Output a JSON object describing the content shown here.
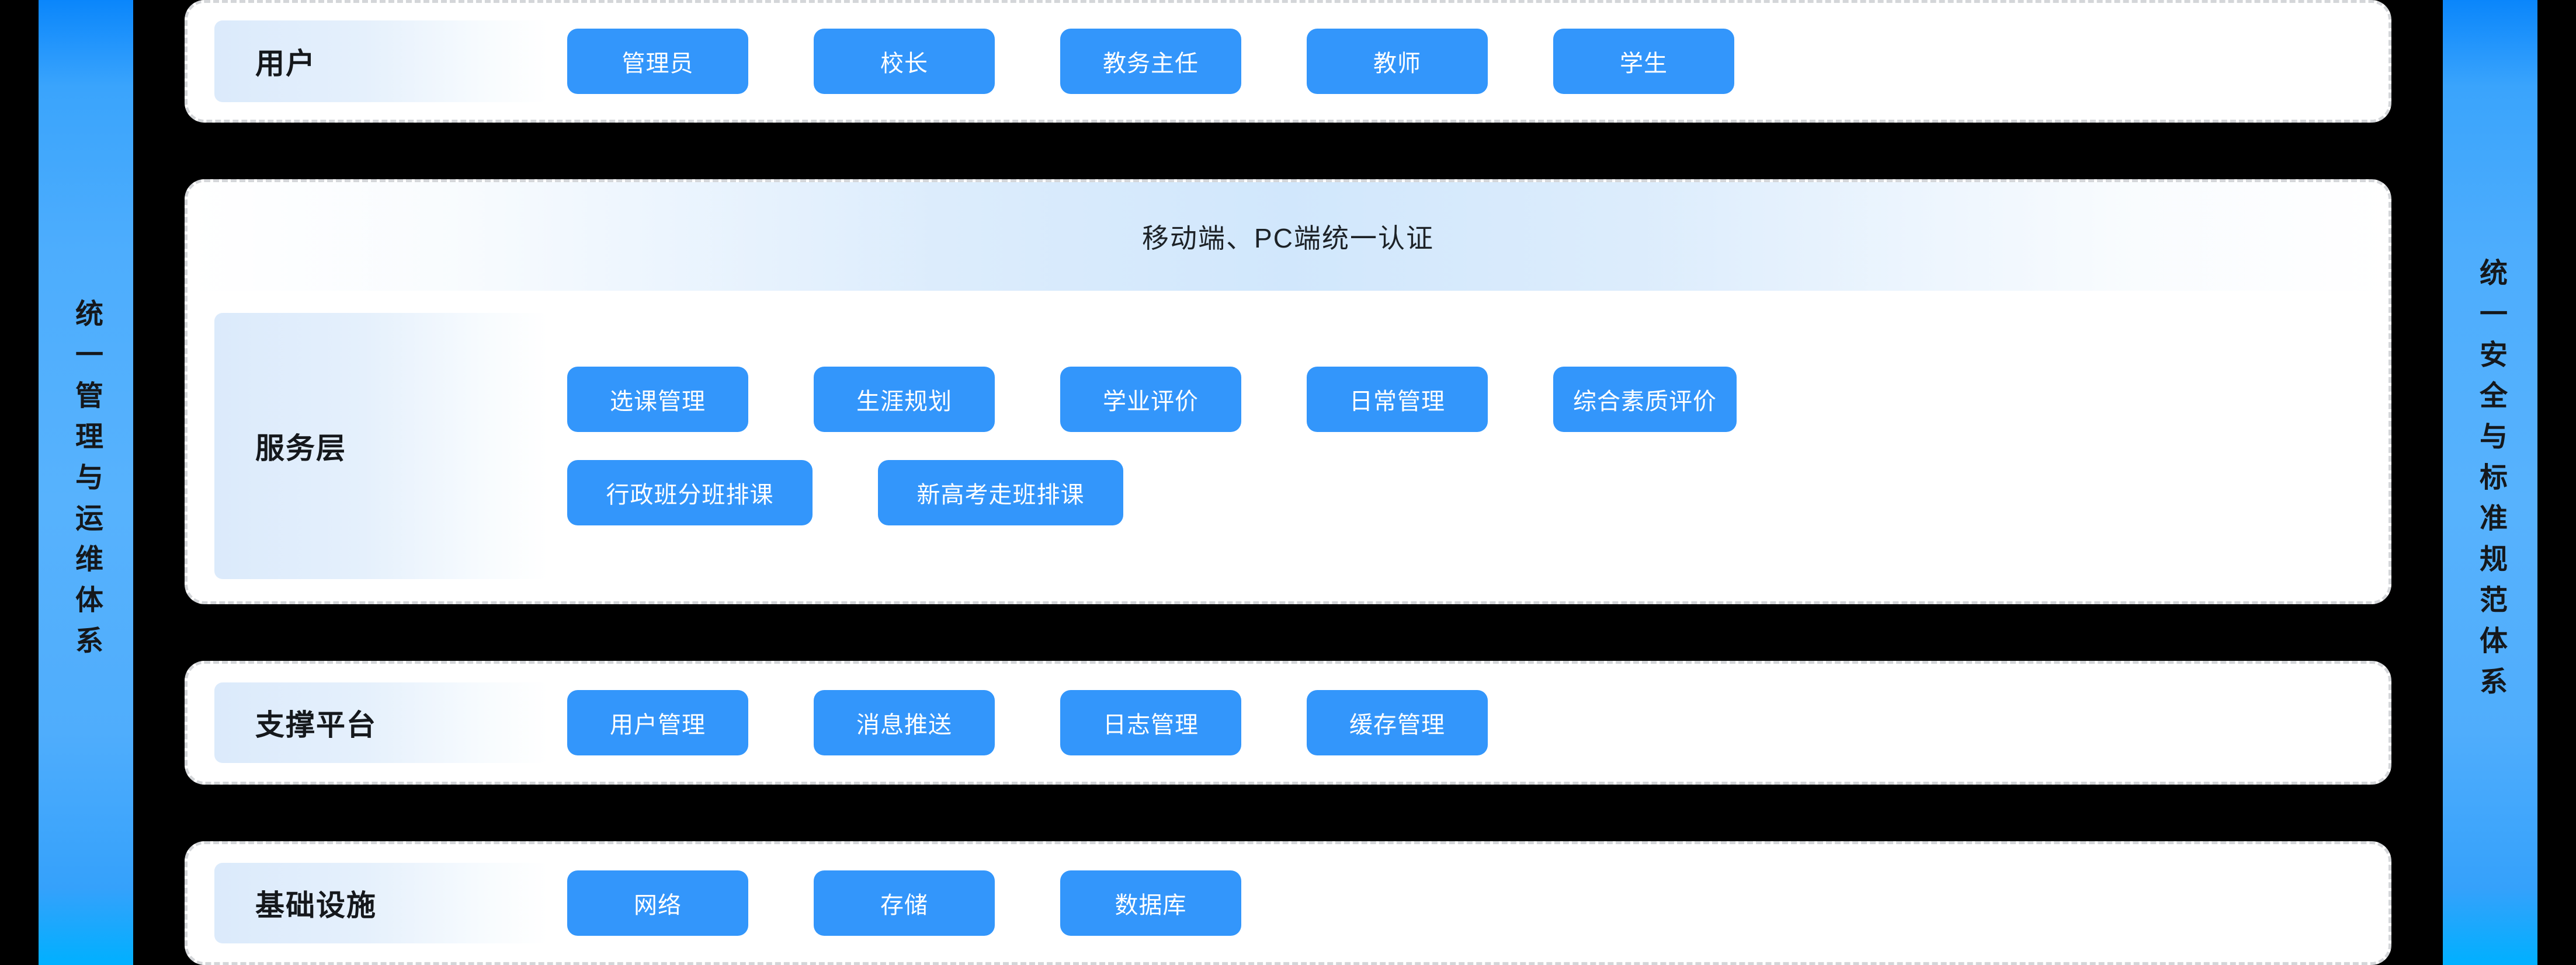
{
  "left_banner": {
    "text": "统一管理与运维体系"
  },
  "right_banner": {
    "text": "统一安全与标准规范体系"
  },
  "colors": {
    "page_background": "#000000",
    "node_blue": "#3396fb",
    "card_background": "#ffffff",
    "card_border": "#d4d6d9",
    "label_gradient_start": "#dbeafb",
    "label_gradient_end": "#ffffff",
    "banner_blue": "#d1e7fc",
    "sidebar_blue": "#4dadfd",
    "text_dark": "#15181c",
    "text_on_node": "#ffffff"
  },
  "layers": [
    {
      "id": "users",
      "label": "用户",
      "rows": [
        {
          "buttons": [
            "管理员",
            "校长",
            "教务主任",
            "教师",
            "学生"
          ]
        }
      ]
    },
    {
      "id": "service",
      "label": "服务层",
      "banner": "移动端、PC端统一认证",
      "rows": [
        {
          "buttons": [
            "选课管理",
            "生涯规划",
            "学业评价",
            "日常管理",
            "综合素质评价"
          ]
        },
        {
          "buttons": [
            "行政班分班排课",
            "新高考走班排课"
          ]
        }
      ]
    },
    {
      "id": "support",
      "label": "支撑平台",
      "rows": [
        {
          "buttons": [
            "用户管理",
            "消息推送",
            "日志管理",
            "缓存管理"
          ]
        }
      ]
    },
    {
      "id": "infrastructure",
      "label": "基础设施",
      "rows": [
        {
          "buttons": [
            "网络",
            "存储",
            "数据库"
          ]
        }
      ]
    }
  ]
}
